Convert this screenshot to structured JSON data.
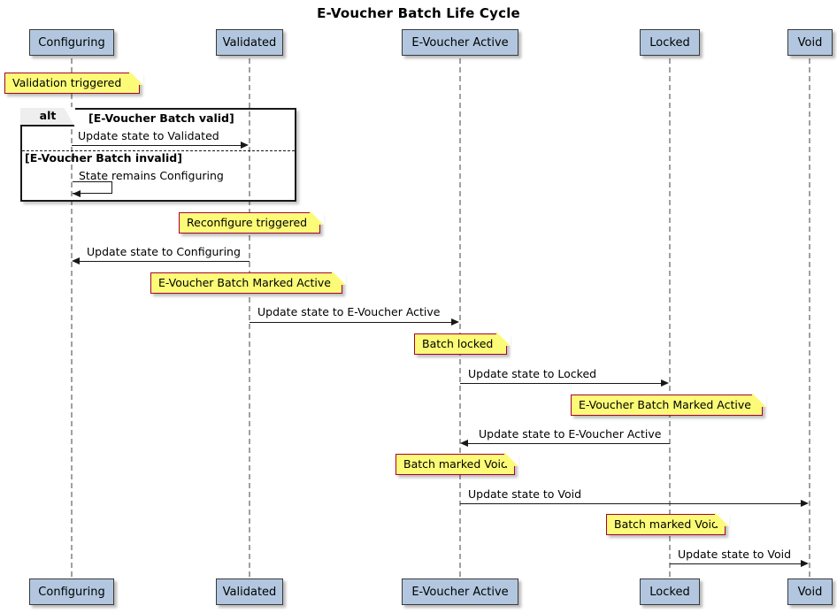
{
  "diagram": {
    "title": "E-Voucher Batch Life Cycle",
    "type": "sequence-diagram",
    "colors": {
      "participant_fill": "#B2C7DF",
      "participant_border": "#3A3A3A",
      "note_fill": "#FBFB77",
      "note_border": "#A80036",
      "line": "#181818",
      "lifeline": "#A0A0A0"
    }
  },
  "participants": [
    {
      "id": "configuring",
      "label": "Configuring"
    },
    {
      "id": "validated",
      "label": "Validated"
    },
    {
      "id": "evoucher_active",
      "label": "E-Voucher Active"
    },
    {
      "id": "locked",
      "label": "Locked"
    },
    {
      "id": "void",
      "label": "Void"
    }
  ],
  "notes": [
    {
      "text": "Validation triggered"
    },
    {
      "text": "Reconfigure triggered"
    },
    {
      "text": "E-Voucher Batch Marked Active"
    },
    {
      "text": "Batch locked"
    },
    {
      "text": "E-Voucher Batch Marked Active"
    },
    {
      "text": "Batch marked Void"
    },
    {
      "text": "Batch marked Void"
    }
  ],
  "fragment": {
    "operator": "alt",
    "conditions": [
      "[E-Voucher Batch valid]",
      "[E-Voucher Batch invalid]"
    ]
  },
  "messages": [
    {
      "text": "Update state to Validated",
      "from": "configuring",
      "to": "validated",
      "direction": "right"
    },
    {
      "text": "State remains Configuring",
      "from": "configuring",
      "to": "configuring",
      "direction": "self"
    },
    {
      "text": "Update state to Configuring",
      "from": "validated",
      "to": "configuring",
      "direction": "left"
    },
    {
      "text": "Update state to E-Voucher Active",
      "from": "validated",
      "to": "evoucher_active",
      "direction": "right"
    },
    {
      "text": "Update state to Locked",
      "from": "evoucher_active",
      "to": "locked",
      "direction": "right"
    },
    {
      "text": "Update state to E-Voucher Active",
      "from": "locked",
      "to": "evoucher_active",
      "direction": "left"
    },
    {
      "text": "Update state to Void",
      "from": "evoucher_active",
      "to": "void",
      "direction": "right"
    },
    {
      "text": "Update state to Void",
      "from": "locked",
      "to": "void",
      "direction": "right"
    }
  ]
}
